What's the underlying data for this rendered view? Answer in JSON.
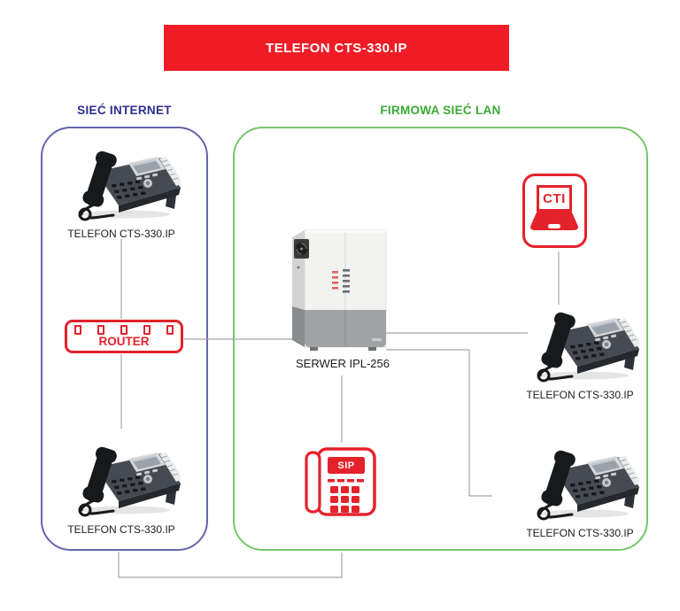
{
  "banner": {
    "title": "TELEFON CTS-330.IP"
  },
  "zones": {
    "internet": {
      "title": "SIEĆ INTERNET",
      "phone_top_label": "TELEFON CTS-330.IP",
      "phone_bottom_label": "TELEFON CTS-330.IP",
      "router": {
        "label": "ROUTER",
        "port_count": 5
      }
    },
    "lan": {
      "title": "FIRMOWA SIEĆ LAN",
      "server_label": "SERWER IPL-256",
      "cti": {
        "label": "CTI"
      },
      "sip": {
        "label": "SIP"
      },
      "phone_mid_label": "TELEFON CTS-330.IP",
      "phone_bottom_label": "TELEFON CTS-330.IP"
    }
  },
  "colors": {
    "banner_bg": "#ef1c25",
    "banner_text": "#ffffff",
    "internet_title": "#2d2d8f",
    "internet_border": "#6565ab",
    "lan_title": "#3aa935",
    "lan_border": "#77c56f",
    "icon_red": "#e4222b",
    "line_gray": "#a8a8a8"
  }
}
